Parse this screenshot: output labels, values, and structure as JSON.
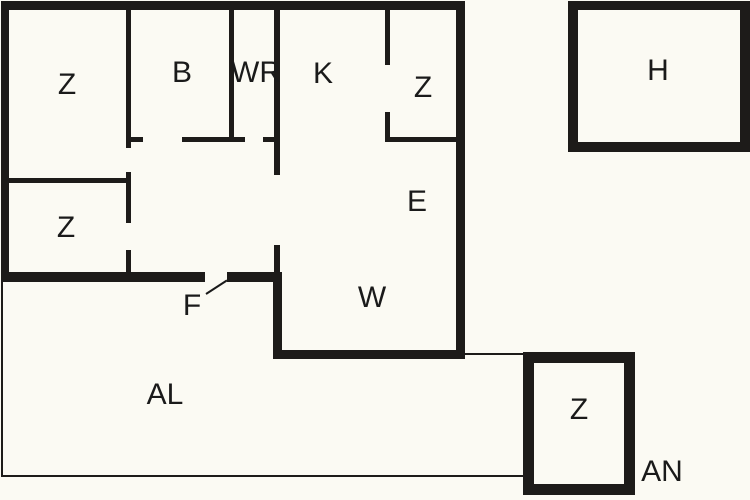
{
  "plan": {
    "type": "floor-plan-diagram",
    "colors": {
      "background": "#fbfaf3",
      "wall": "#1d1b19",
      "text": "#1a1a1a"
    },
    "labels": {
      "z_top_left": "Z",
      "b": "B",
      "wr": "WR",
      "k": "K",
      "z_top_right": "Z",
      "e": "E",
      "z_mid_left": "Z",
      "w": "W",
      "f": "F",
      "al": "AL",
      "h": "H",
      "z_annex": "Z",
      "an": "AN"
    }
  }
}
